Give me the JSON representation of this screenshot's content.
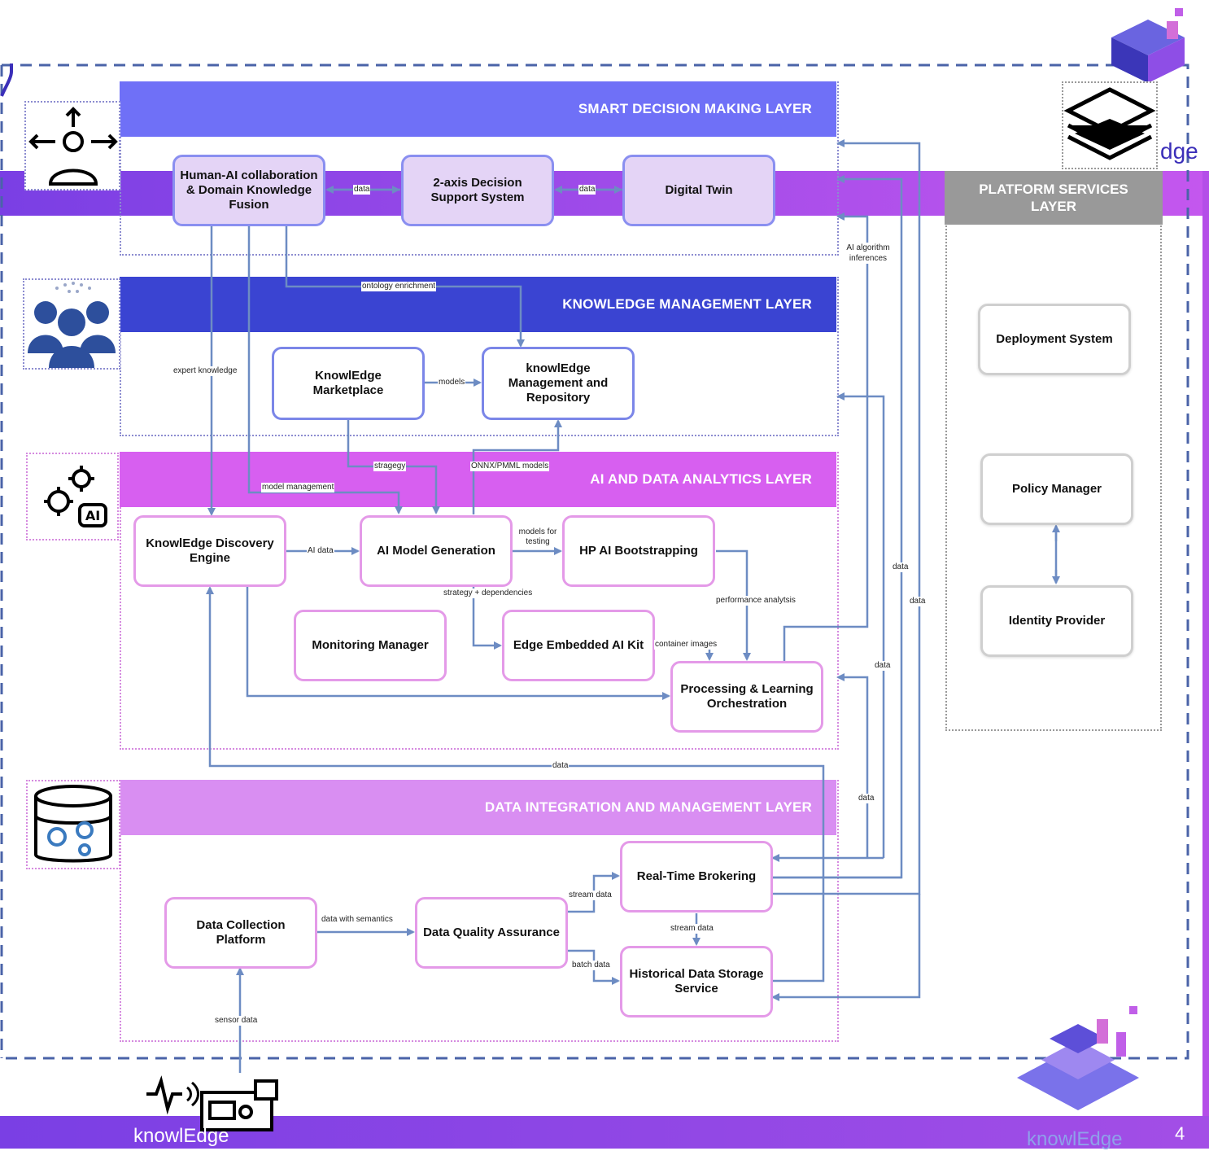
{
  "layers": {
    "smart_decision": "SMART DECISION MAKING LAYER",
    "knowledge_mgmt": "KNOWLEDGE MANAGEMENT LAYER",
    "ai_analytics": "AI AND DATA ANALYTICS LAYER",
    "data_integration": "DATA INTEGRATION AND MANAGEMENT LAYER",
    "platform_services": "PLATFORM SERVICES LAYER"
  },
  "nodes": {
    "human_ai": "Human-AI collaboration & Domain Knowledge Fusion",
    "decision_support": "2-axis Decision Support System",
    "digital_twin": "Digital Twin",
    "marketplace": "KnowlEdge Marketplace",
    "repository": "knowlEdge Management and Repository",
    "discovery": "KnowlEdge Discovery Engine",
    "model_generation": "AI Model Generation",
    "bootstrapping": "HP AI Bootstrapping",
    "monitoring": "Monitoring Manager",
    "edge_kit": "Edge Embedded AI Kit",
    "orchestration": "Processing & Learning Orchestration",
    "data_collection": "Data Collection Platform",
    "quality": "Data Quality Assurance",
    "brokering": "Real-Time Brokering",
    "storage": "Historical Data Storage Service",
    "deployment": "Deployment System",
    "policy": "Policy Manager",
    "identity": "Identity Provider"
  },
  "edges": {
    "data1": "data",
    "data2": "data",
    "ai_inferences": "AI algorithm inferences",
    "ontology": "ontology enrichment",
    "expert": "expert knowledge",
    "models": "models",
    "strategy": "stragegy",
    "onnx": "ONNX/PMML models",
    "model_mgmt": "model management",
    "ai_data": "AI data",
    "models_testing": "models for testing",
    "strategy_deps": "strategy + dependencies",
    "performance": "performance analytsis",
    "container": "container images",
    "data_right1": "data",
    "data_right2": "data",
    "data_right3": "data",
    "data_bottom": "data",
    "data_right4": "data",
    "data_semantics": "data with semantics",
    "stream1": "stream data",
    "stream2": "stream data",
    "batch": "batch data",
    "sensor": "sensor data"
  },
  "branding": {
    "partial_word": "dge",
    "footer_left": "knowlEdge",
    "footer_logo": "knowlEdge",
    "page_number": "4"
  },
  "colors": {
    "smart_header": "#6f70f7",
    "knowledge_header": "#3a44d2",
    "ai_header": "#d75ff0",
    "data_header": "#d98ef2",
    "purple_band": "#a24de8",
    "node_border_blue": "#7b86e8",
    "node_border_pink": "#e49ae8",
    "connector": "#6d8cc3",
    "platform_header": "#999999"
  }
}
